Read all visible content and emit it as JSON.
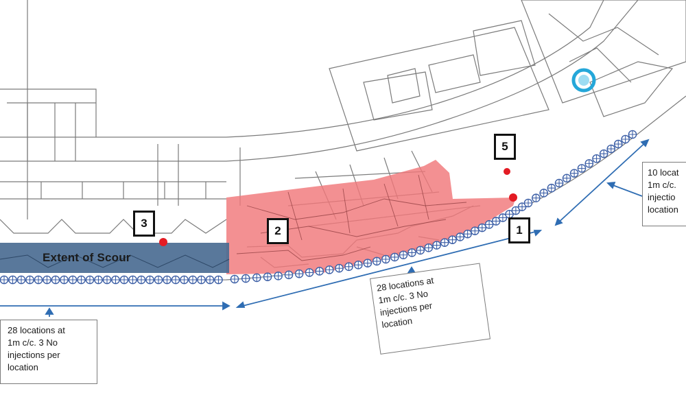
{
  "diagram": {
    "colors": {
      "scour_fill": "#4b6d93",
      "highlight_fill": "#f0787a",
      "arrow": "#2f6db3",
      "injection_marker": "#3c5fa6",
      "red_dot": "#e31b23",
      "cyan_marker": "#25a7d9",
      "linework": "#6e6e6e"
    },
    "scour_label": "Extent of Scour",
    "markers": [
      {
        "id": "1",
        "label": "1"
      },
      {
        "id": "2",
        "label": "2"
      },
      {
        "id": "3",
        "label": "3"
      },
      {
        "id": "5",
        "label": "5"
      }
    ],
    "callouts": {
      "left": "28 locations at\n1m c/c. 3 No\ninjections per\nlocation",
      "middle": "28 locations at\n1m c/c. 3 No\ninjections per\nlocation",
      "right": "10 locat\n1m c/c.\ninjectio\nlocation"
    },
    "icons": {
      "injection_point": "circled-plus-icon",
      "red_dot": "red-dot-icon",
      "survey_point": "cyan-target-icon"
    }
  }
}
